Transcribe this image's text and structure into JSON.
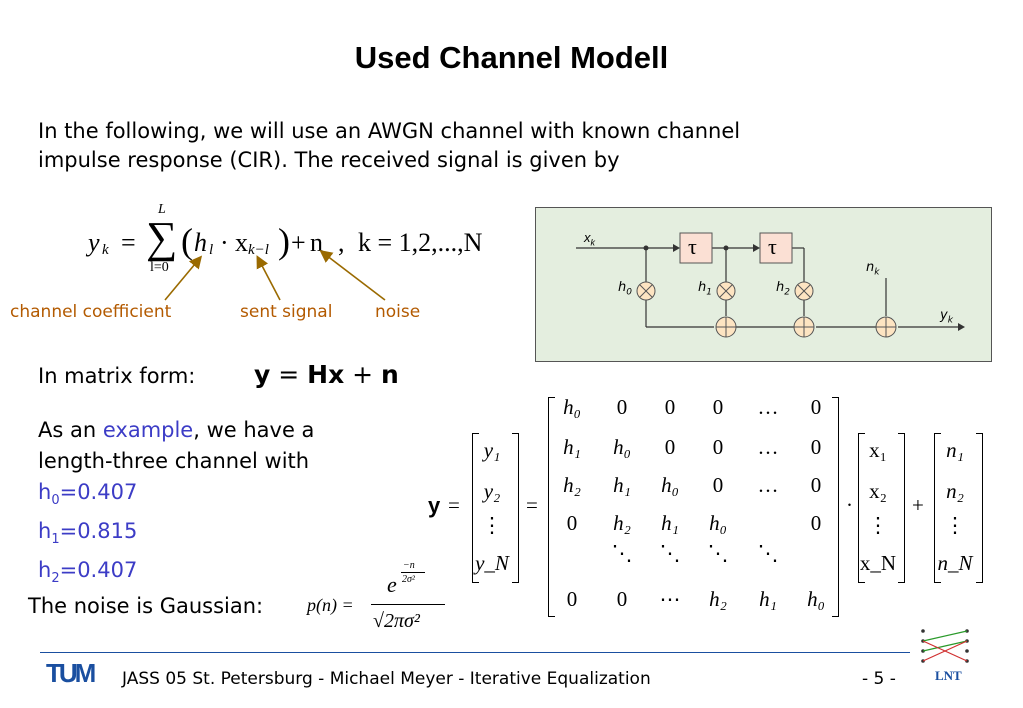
{
  "title": "Used Channel Modell",
  "intro": {
    "line1": "In the following, we will use an AWGN channel with known channel",
    "line2": "impulse response (CIR). The received signal is given by"
  },
  "equation": {
    "lhs": "y",
    "lhs_sub": "k",
    "sum_top": "L",
    "sum_bottom": "l=0",
    "h": "h",
    "h_sub": "l",
    "x": "x",
    "x_sub": "k−l",
    "n": "n",
    "range": "k = 1,2,...,N"
  },
  "labels": {
    "coef": "channel coefficient",
    "sent": "sent signal",
    "noise": "noise"
  },
  "diagram": {
    "input": "x",
    "input_sub": "k",
    "delay": "τ",
    "h0": "h",
    "h0_sub": "0",
    "h1": "h",
    "h1_sub": "1",
    "h2": "h",
    "h2_sub": "2",
    "noise": "n",
    "noise_sub": "k",
    "output": "y",
    "output_sub": "k",
    "bg": "#e4eedf"
  },
  "matrix_form": {
    "label": "In matrix form:",
    "y": "y",
    "eq": " = ",
    "H": "Hx",
    "plus": " + ",
    "n": "n"
  },
  "example": {
    "pre": "As an ",
    "word": "example",
    "post": ", we have a",
    "line2": "length-three channel with",
    "h0_label": "h",
    "h0_sub": "0",
    "h0_val": "=0.407",
    "h1_label": "h",
    "h1_sub": "1",
    "h1_val": "=0.815",
    "h2_label": "h",
    "h2_sub": "2",
    "h2_val": "=0.407"
  },
  "noise": {
    "label": "The noise is Gaussian:",
    "p": "p(n) =",
    "exp_base": "e",
    "exp_num": "−n",
    "exp_den": "2σ²",
    "denom": "√2πσ²"
  },
  "matrix": {
    "y_vec": [
      "y₁",
      "y₂",
      "⋮",
      "y_N"
    ],
    "rows": [
      [
        "h₀",
        "0",
        "0",
        "0",
        "…",
        "0"
      ],
      [
        "h₁",
        "h₀",
        "0",
        "0",
        "…",
        "0"
      ],
      [
        "h₂",
        "h₁",
        "h₀",
        "0",
        "…",
        "0"
      ],
      [
        "0",
        "h₂",
        "h₁",
        "h₀",
        "",
        "0"
      ],
      [
        "",
        "⋱",
        "⋱",
        "⋱",
        "⋱",
        ""
      ],
      [
        "0",
        "0",
        "⋯",
        "h₂",
        "h₁",
        "h₀"
      ]
    ],
    "x_vec": [
      "x₁",
      "x₂",
      "⋮",
      "x_N"
    ],
    "n_vec": [
      "n₁",
      "n₂",
      "⋮",
      "n_N"
    ],
    "y_bold": "y",
    "eq": "=",
    "dot": "·",
    "plus": "+"
  },
  "footer": {
    "logo": "TUM",
    "text": "JASS 05 St. Petersburg  -  Michael Meyer  -  Iterative Equalization",
    "page": "- 5 -",
    "lnt": "LNT",
    "accent": "#1a4fa0"
  }
}
